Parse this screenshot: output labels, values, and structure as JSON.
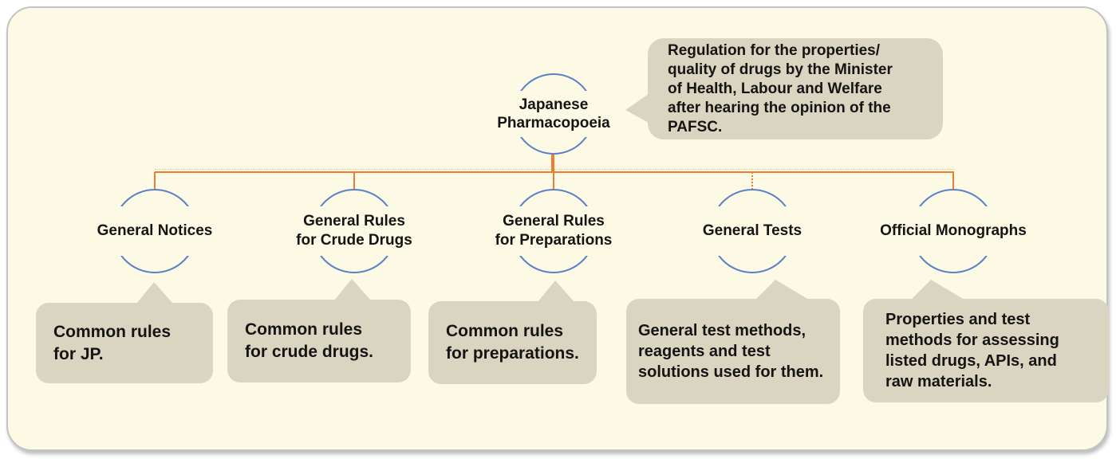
{
  "diagram": {
    "root": {
      "label": "Japanese\nPharmacopoeia",
      "note": "Regulation for the properties/\nquality of drugs by the Minister\nof Health, Labour and Welfare\nafter hearing the opinion of the\nPAFSC."
    },
    "children": [
      {
        "label": "General Notices",
        "note": "Common rules\nfor JP."
      },
      {
        "label": "General Rules\nfor Crude Drugs",
        "note": "Common rules\nfor crude drugs."
      },
      {
        "label": "General Rules\nfor Preparations",
        "note": "Common rules\nfor preparations."
      },
      {
        "label": "General Tests",
        "note": "General test methods,\nreagents and test\nsolutions used for them."
      },
      {
        "label": "Official Monographs",
        "note": "Properties and test\nmethods for assessing\nlisted drugs, APIs, and\nraw materials."
      }
    ],
    "colors": {
      "background": "#FCFAE5",
      "panel_border": "#C3C3C3",
      "connector": "#ED7D31",
      "node_circle": "#5B80C6",
      "callout": "#D9D5C0"
    }
  }
}
